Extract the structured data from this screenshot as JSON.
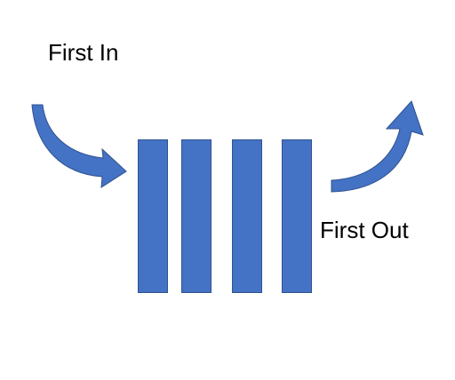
{
  "labels": {
    "first_in": "First In",
    "first_out": "First Out"
  },
  "queue": {
    "item_count": 4
  },
  "colors": {
    "shape_fill": "#4472C4",
    "shape_stroke": "#2F528F",
    "text": "#000000"
  },
  "icons": {
    "enqueue_arrow": "curved-arrow-right-icon",
    "dequeue_arrow": "curved-arrow-up-right-icon"
  }
}
